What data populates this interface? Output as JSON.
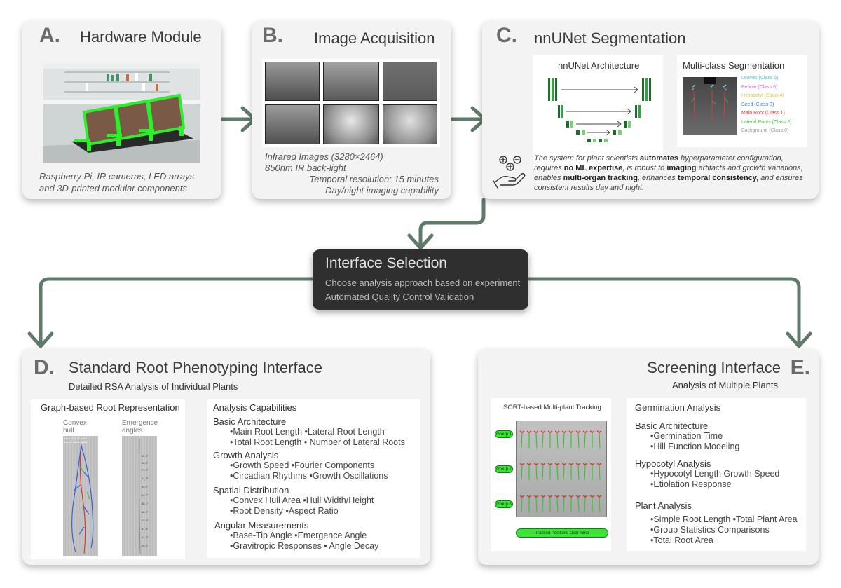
{
  "panel_a": {
    "letter": "A.",
    "title": "Hardware Module",
    "caption_line1": "Raspberry Pi, IR cameras, LED arrays",
    "caption_line2": "and 3D-printed modular components"
  },
  "panel_b": {
    "letter": "B.",
    "title": "Image Acquisition",
    "caption_line1": "Infrared Images (3280×2464)",
    "caption_line2": "850nm IR back-light",
    "caption_line3": "Temporal resolution: 15 minutes",
    "caption_line4": "Day/night imaging capability"
  },
  "panel_c": {
    "letter": "C.",
    "title": "nnUNet Segmentation",
    "arch_title": "nnUNet Architecture",
    "seg_title": "Multi-class Segmentation",
    "legend": [
      {
        "label": "Leaves (Class 5)",
        "color": "#4fc9c9"
      },
      {
        "label": "Petiole (Class 6)",
        "color": "#d36ad3"
      },
      {
        "label": "Hypocotyl (Class 4)",
        "color": "#d2c642"
      },
      {
        "label": "Seed (Class 3)",
        "color": "#3a7fd6"
      },
      {
        "label": "Main Root (Class 1)",
        "color": "#d93a3a"
      },
      {
        "label": "Lateral Roots (Class 2)",
        "color": "#3fbf3f"
      },
      {
        "label": "Background (Class 0)",
        "color": "#9a9a9a"
      }
    ],
    "desc_1": "The system for plant scientists ",
    "desc_2": "automates",
    "desc_3": " hyperparameter configuration,",
    "desc_4": "requires ",
    "desc_5": "no ML expertise",
    "desc_6": ", is robust to ",
    "desc_7": "imaging",
    "desc_8": " artifacts and growth variations,",
    "desc_9": "enables ",
    "desc_10": "multi-organ tracking",
    "desc_11": ", enhances ",
    "desc_12": "temporal consistency,",
    "desc_13": " and ensures",
    "desc_14": "consistent results day and night."
  },
  "interface": {
    "title": "Interface Selection",
    "line1": "Choose analysis approach based on experiment",
    "line2": "Automated Quality Control Validation"
  },
  "panel_d": {
    "letter": "D.",
    "title": "Standard Root Phenotyping Interface",
    "subtitle": "Detailed RSA Analysis of Individual Plants",
    "graph_title": "Graph-based Root Representation",
    "convex_label_1": "Convex",
    "convex_label_2": "hull",
    "emergence_label_1": "Emergence",
    "emergence_label_2": "angles",
    "area_text": "Area: 439.72 mm²",
    "aspect_text": "Aspect Ratio: 4.88",
    "cap_title": "Analysis Capabilities",
    "groups": [
      {
        "name": "Basic Architecture",
        "items": [
          "•Main Root Length •Lateral Root Length",
          "•Total Root Length • Number of Lateral Roots"
        ]
      },
      {
        "name": "Growth Analysis",
        "items": [
          "•Growth Speed •Fourier Components",
          "•Circadian Rhythms •Growth Oscillations"
        ]
      },
      {
        "name": "Spatial Distribution",
        "items": [
          "•Convex Hull Area •Hull Width/Height",
          "•Root Density •Aspect Ratio"
        ]
      },
      {
        "name": "Angular Measurements",
        "items": [
          "•Base-Tip Angle •Emergence Angle",
          "•Gravitropic Responses • Angle Decay"
        ]
      }
    ]
  },
  "panel_e": {
    "letter": "E.",
    "title": "Screening Interface",
    "subtitle": "Analysis of Multiple Plants",
    "track_title": "SORT-based Multi-plant Tracking",
    "group_labels": [
      "Group 1",
      "Group 2",
      "Group 3"
    ],
    "tracked_label": "Tracked Positions Over Time",
    "cap_title": "Germination Analysis",
    "groups": [
      {
        "name": "Basic Architecture",
        "items": [
          "•Germination Time",
          "•Hill Function Modeling"
        ]
      },
      {
        "name": "Hypocotyl Analysis",
        "items": [
          "•Hypocotyl Length Growth Speed",
          "•Etiolation Response"
        ]
      },
      {
        "name": "Plant Analysis",
        "items": [
          "•Simple Root Length •Total Plant Area",
          "•Group Statistics Comparisons",
          "•Total Root Area"
        ]
      }
    ]
  },
  "colors": {
    "connector": "#5f7a6a",
    "accent_green": "#39e636"
  }
}
